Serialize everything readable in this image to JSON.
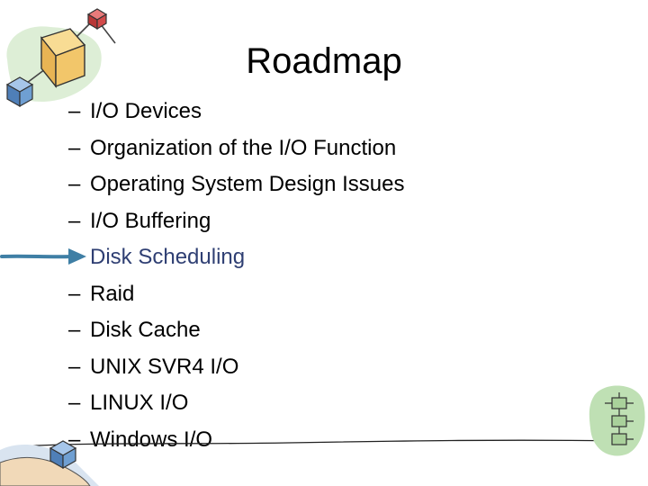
{
  "slide": {
    "title": "Roadmap",
    "bullet_marker": "–",
    "bullets": [
      "I/O Devices",
      "Organization of the I/O Function",
      "Operating System Design Issues",
      "I/O Buffering",
      "Disk Scheduling",
      "Raid",
      "Disk Cache",
      "UNIX SVR4 I/O",
      "LINUX I/O",
      "Windows I/O"
    ],
    "current_topic": "Disk Scheduling"
  },
  "decorations": {
    "top_left": "network-cubes-illustration",
    "bottom_right": "stacked-blocks-illustration",
    "bottom_left": "hand-holding-cube-illustration",
    "pointer": "arrow-pointer",
    "underline": "hand-drawn-underline"
  },
  "colors": {
    "arrow": "#3f7fa5",
    "current_topic_text": "#2f3f73",
    "cube_blue": "#6f9fd2",
    "cube_yellow": "#f2c66a",
    "cube_red": "#d24a4a",
    "green_blob": "#a9d19b"
  }
}
